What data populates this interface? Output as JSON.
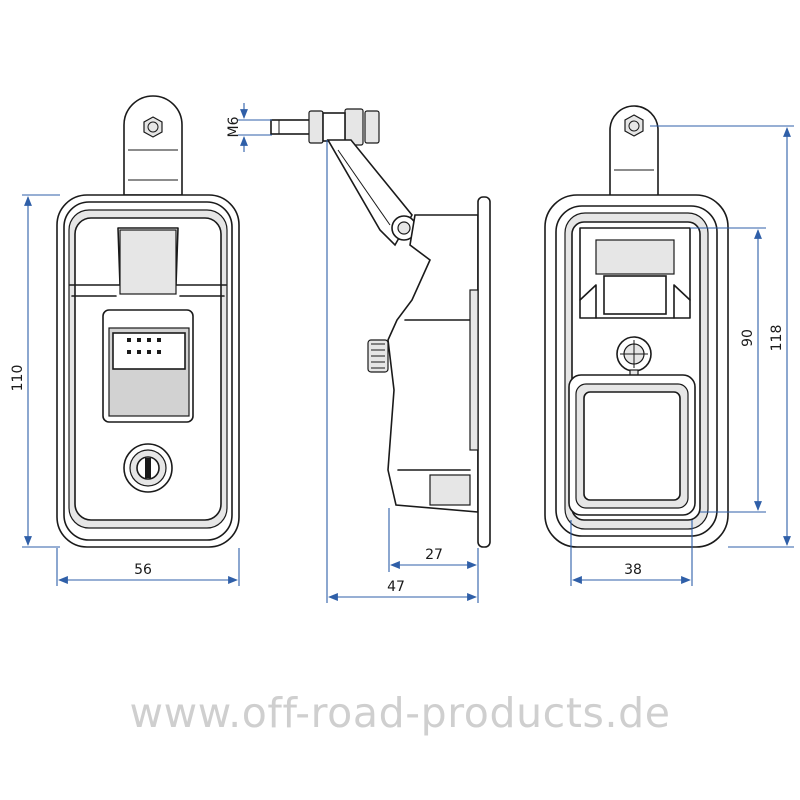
{
  "drawing": {
    "front_view": {
      "height_label": "110",
      "width_label": "56"
    },
    "side_view": {
      "thread_label": "M6",
      "depth_label": "27",
      "total_depth_label": "47"
    },
    "rear_view": {
      "inner_height_label": "90",
      "total_height_label": "118",
      "width_label": "38"
    },
    "dimension_color": "#2f5fa8",
    "line_color": "#1a1a1a"
  },
  "watermark": {
    "text": "www.off-road-products.de"
  }
}
